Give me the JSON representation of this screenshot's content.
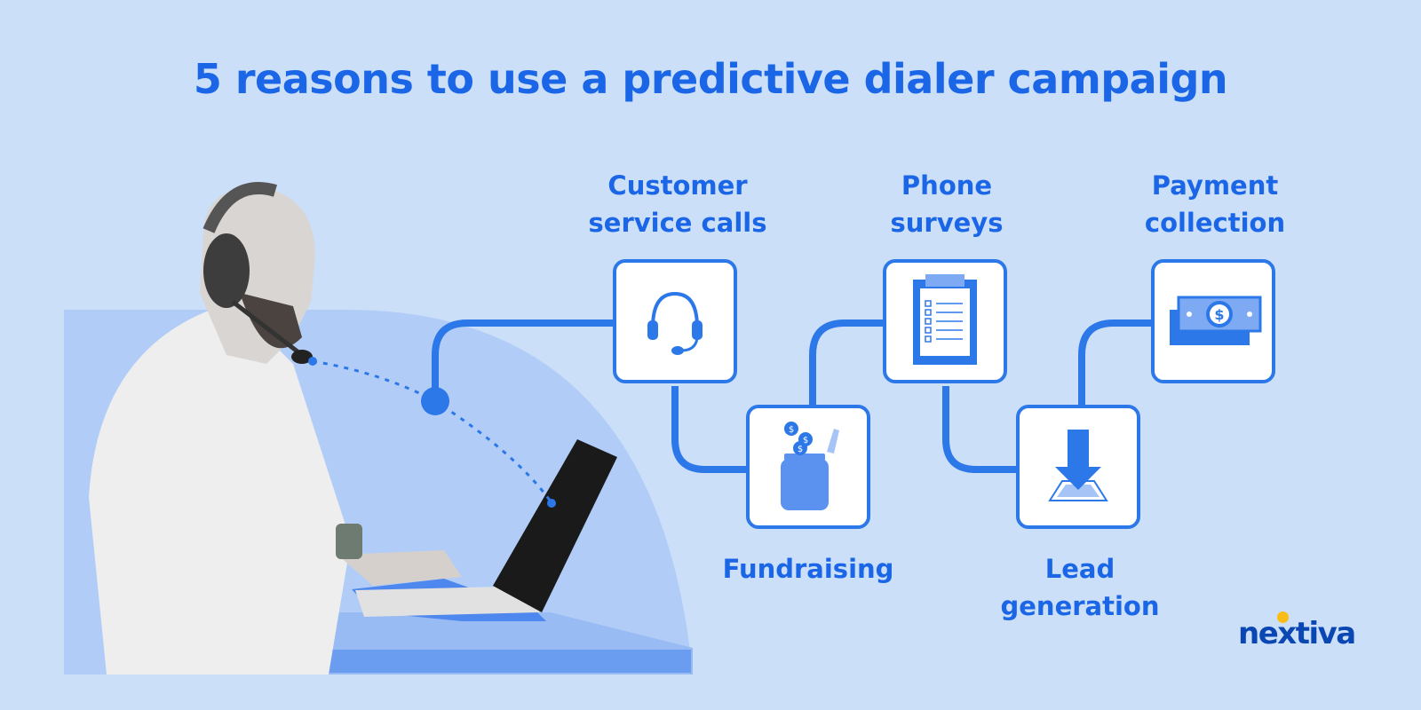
{
  "title": "5 reasons to use a predictive dialer campaign",
  "reasons": [
    {
      "line1": "Customer",
      "line2": "service calls",
      "icon": "headset-icon"
    },
    {
      "line1": "Fundraising",
      "line2": "",
      "icon": "donation-jar-icon"
    },
    {
      "line1": "Phone",
      "line2": "surveys",
      "icon": "clipboard-checklist-icon"
    },
    {
      "line1": "Lead",
      "line2": "generation",
      "icon": "download-arrow-icon"
    },
    {
      "line1": "Payment",
      "line2": "collection",
      "icon": "cash-bills-icon"
    }
  ],
  "illustration": {
    "subject": "call center agent with headset typing on laptop"
  },
  "brand": {
    "logo_text": "nextiva",
    "primary_color": "#1a66e6",
    "line_color": "#2d78e8",
    "background": "#cbdff9",
    "logo_color": "#0b47b3",
    "logo_dot_color": "#fbbc16"
  }
}
